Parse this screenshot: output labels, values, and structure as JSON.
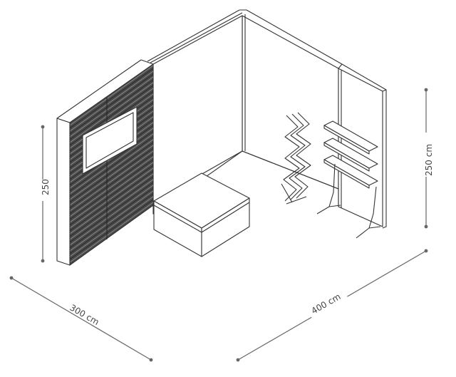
{
  "dimensions": {
    "left_height": "250",
    "right_height": "250 cm",
    "width_left": "300 cm",
    "width_right": "400 cm"
  },
  "colors": {
    "line": "#333333",
    "dimension": "#666666",
    "background": "#ffffff",
    "slat_dark": "#3a3a3a"
  }
}
